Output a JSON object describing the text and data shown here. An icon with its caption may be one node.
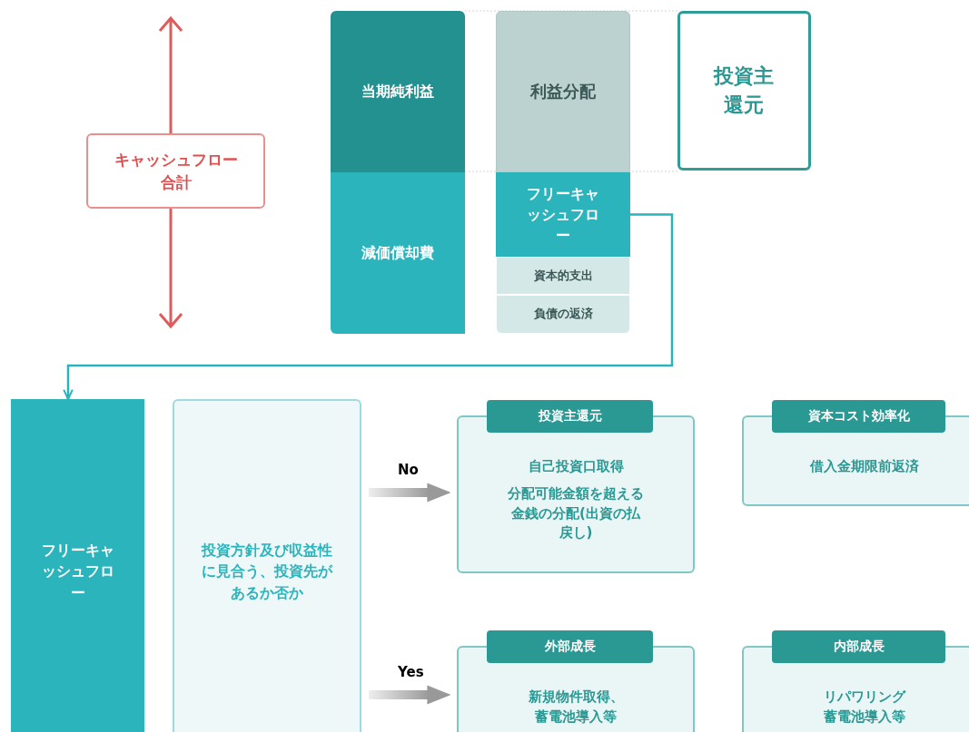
{
  "diagram": {
    "nodes": [
      {
        "text": [
          "キャッシュフロー合計"
        ]
      },
      {
        "text": [
          "当期純利益"
        ]
      },
      {
        "text": [
          "減価償却費"
        ]
      },
      {
        "text": [
          "利益分配"
        ]
      },
      {
        "text": [
          "フリーキャッシュフロー"
        ]
      },
      {
        "text": [
          "資本的支出"
        ]
      },
      {
        "text": [
          "負債の返済"
        ]
      },
      {
        "text": [
          "投資主還元"
        ]
      },
      {
        "text": [
          "フリーキャッシュフロー"
        ]
      },
      {
        "text": [
          "投資方針及び収益性に見合う、投資先があるか否か"
        ]
      },
      {
        "text": [
          "投資主還元",
          "自己投資口取得",
          "分配可能金額を超える金銭の分配(出資の払戻し)"
        ]
      },
      {
        "text": [
          "資本コスト効率化",
          "借入金期限前返済"
        ]
      },
      {
        "text": [
          "外部成長",
          "新規物件取得、蓄電池導入等"
        ]
      },
      {
        "text": [
          "内部成長",
          "リパワリング蓄電池導入等"
        ]
      }
    ],
    "edges": [
      {
        "from": 4,
        "to": 8,
        "arrow": "to",
        "color": "#2ab3bb"
      },
      {
        "from": 9,
        "to": 10,
        "arrow": "to",
        "label": "No",
        "style": "thick"
      },
      {
        "from": 9,
        "to": 12,
        "arrow": "to",
        "label": "Yes",
        "style": "thick"
      }
    ]
  }
}
